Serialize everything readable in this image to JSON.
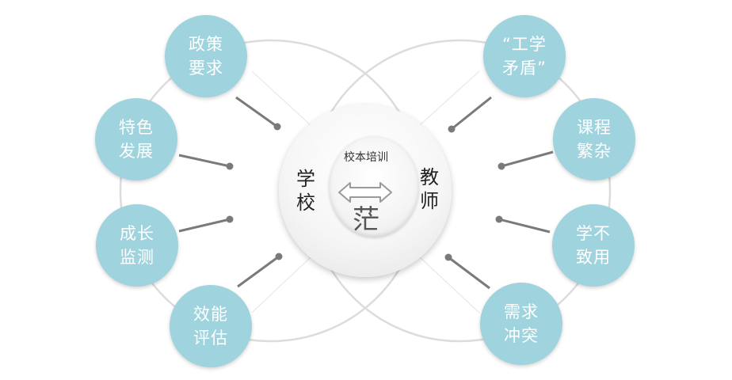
{
  "center": {
    "top_label": "校本培训",
    "left_label": [
      "学",
      "校"
    ],
    "right_label": [
      "教",
      "师"
    ],
    "bottom_char": "茫"
  },
  "left_nodes": [
    {
      "lines": [
        "政策",
        "要求"
      ]
    },
    {
      "lines": [
        "特色",
        "发展"
      ]
    },
    {
      "lines": [
        "成长",
        "监测"
      ]
    },
    {
      "lines": [
        "效能",
        "评估"
      ]
    }
  ],
  "right_nodes": [
    {
      "lines": [
        "“工学",
        "矛盾”"
      ]
    },
    {
      "lines": [
        "课程",
        "繁杂"
      ]
    },
    {
      "lines": [
        "学不",
        "致用"
      ]
    },
    {
      "lines": [
        "需求",
        "冲突"
      ]
    }
  ],
  "colors": {
    "node_fill": "#9fd3de",
    "connector": "#7a7a7a",
    "ring": "#dcdcdc"
  }
}
